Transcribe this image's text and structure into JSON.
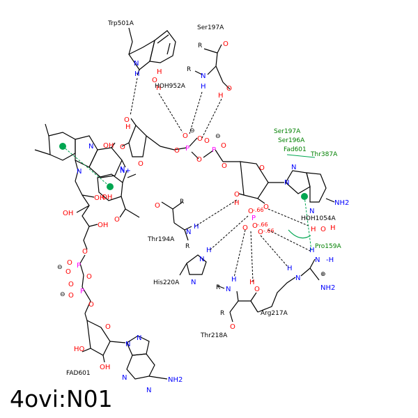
{
  "title": "4ovi:N01",
  "residues": {
    "trp501a": "Trp501A",
    "ser197a": "Ser197A",
    "hoh952a": "HOH952A",
    "thr194a": "Thr194A",
    "his220a": "His220A",
    "thr218a": "Thr218A",
    "arg217a": "Arg217A",
    "hoh1054a": "HOH1054A",
    "fad601_bottom": "FAD601"
  },
  "hydrophobic_contacts": {
    "ser197a": "Ser197A",
    "ser196a": "Ser196A",
    "fad601": "Fad601",
    "thr387a": "Thr387A",
    "pro159a": "Pro159A"
  },
  "atoms": {
    "oh_label": "OH",
    "nh2": "NH2",
    "nh2_arg": "NH2",
    "charge_minus": "⊖",
    "charge_plus": "⊕",
    "partial": "-.66"
  },
  "colors": {
    "carbon": "#000000",
    "nitrogen": "#0000ff",
    "oxygen": "#ff0000",
    "phosphorus": "#ff00ff",
    "hydrophobic": "#008000",
    "aromatic_center": "#00a651"
  }
}
